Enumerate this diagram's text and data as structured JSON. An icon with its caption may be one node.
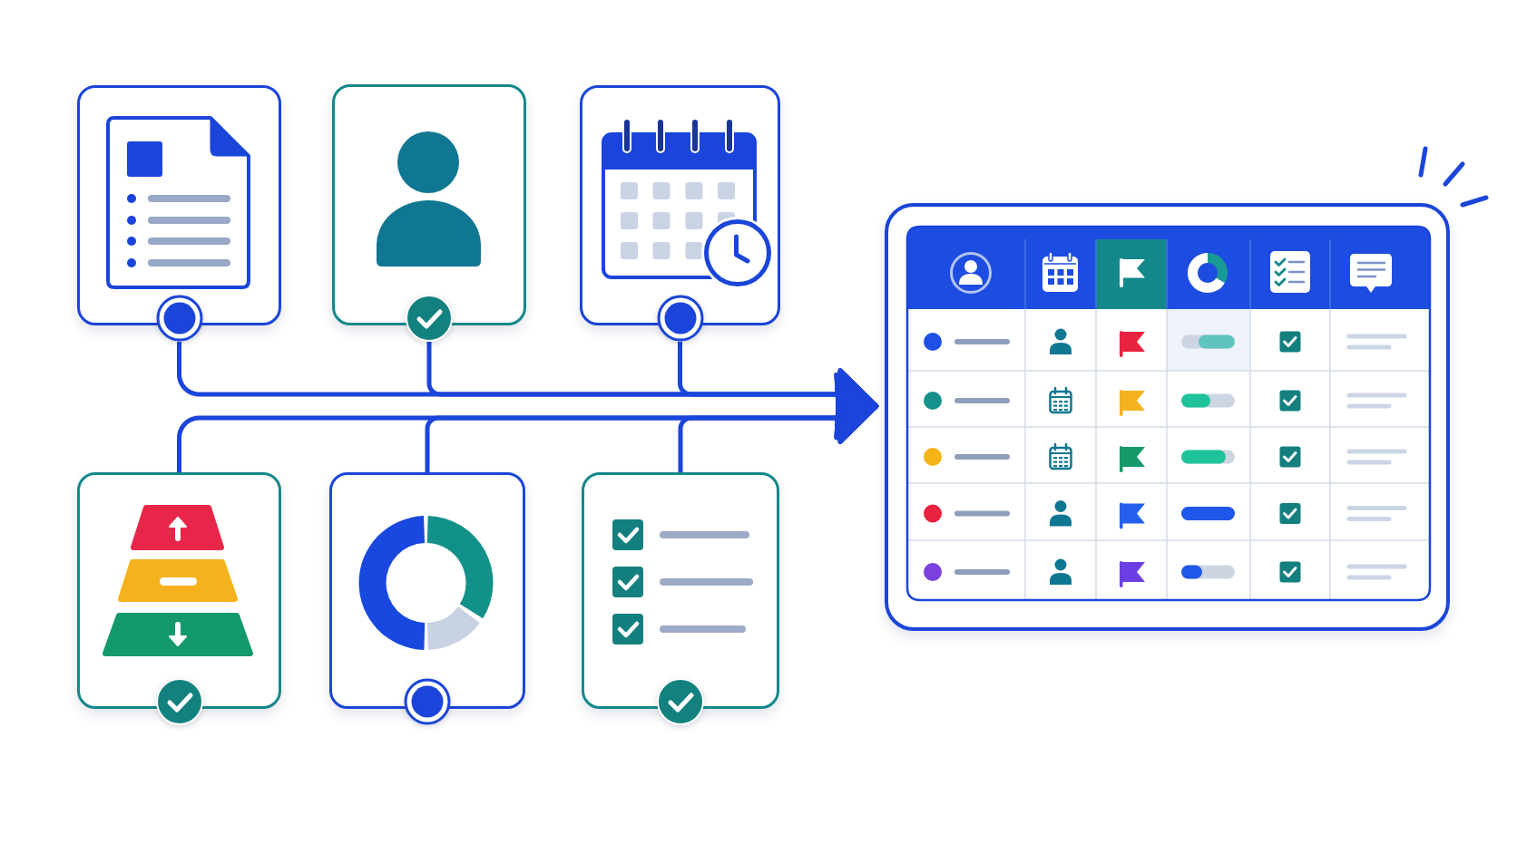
{
  "diagram": {
    "nodes": [
      {
        "text": [],
        "shape": "picture"
      },
      {
        "text": [],
        "shape": "picture"
      },
      {
        "text": [],
        "shape": "picture"
      },
      {
        "text": [],
        "shape": "picture"
      },
      {
        "text": [],
        "shape": "picture"
      },
      {
        "text": [],
        "shape": "picture"
      },
      {
        "text": [],
        "shape": "picture"
      }
    ],
    "edges": [
      {
        "from": 0,
        "to": 6,
        "arrow": "to"
      },
      {
        "from": 1,
        "to": 6,
        "arrow": "to"
      },
      {
        "from": 2,
        "to": 6,
        "arrow": "to"
      },
      {
        "from": 3,
        "to": 6,
        "arrow": "to"
      },
      {
        "from": 4,
        "to": 6,
        "arrow": "to"
      },
      {
        "from": 5,
        "to": 6,
        "arrow": "to"
      }
    ]
  }
}
